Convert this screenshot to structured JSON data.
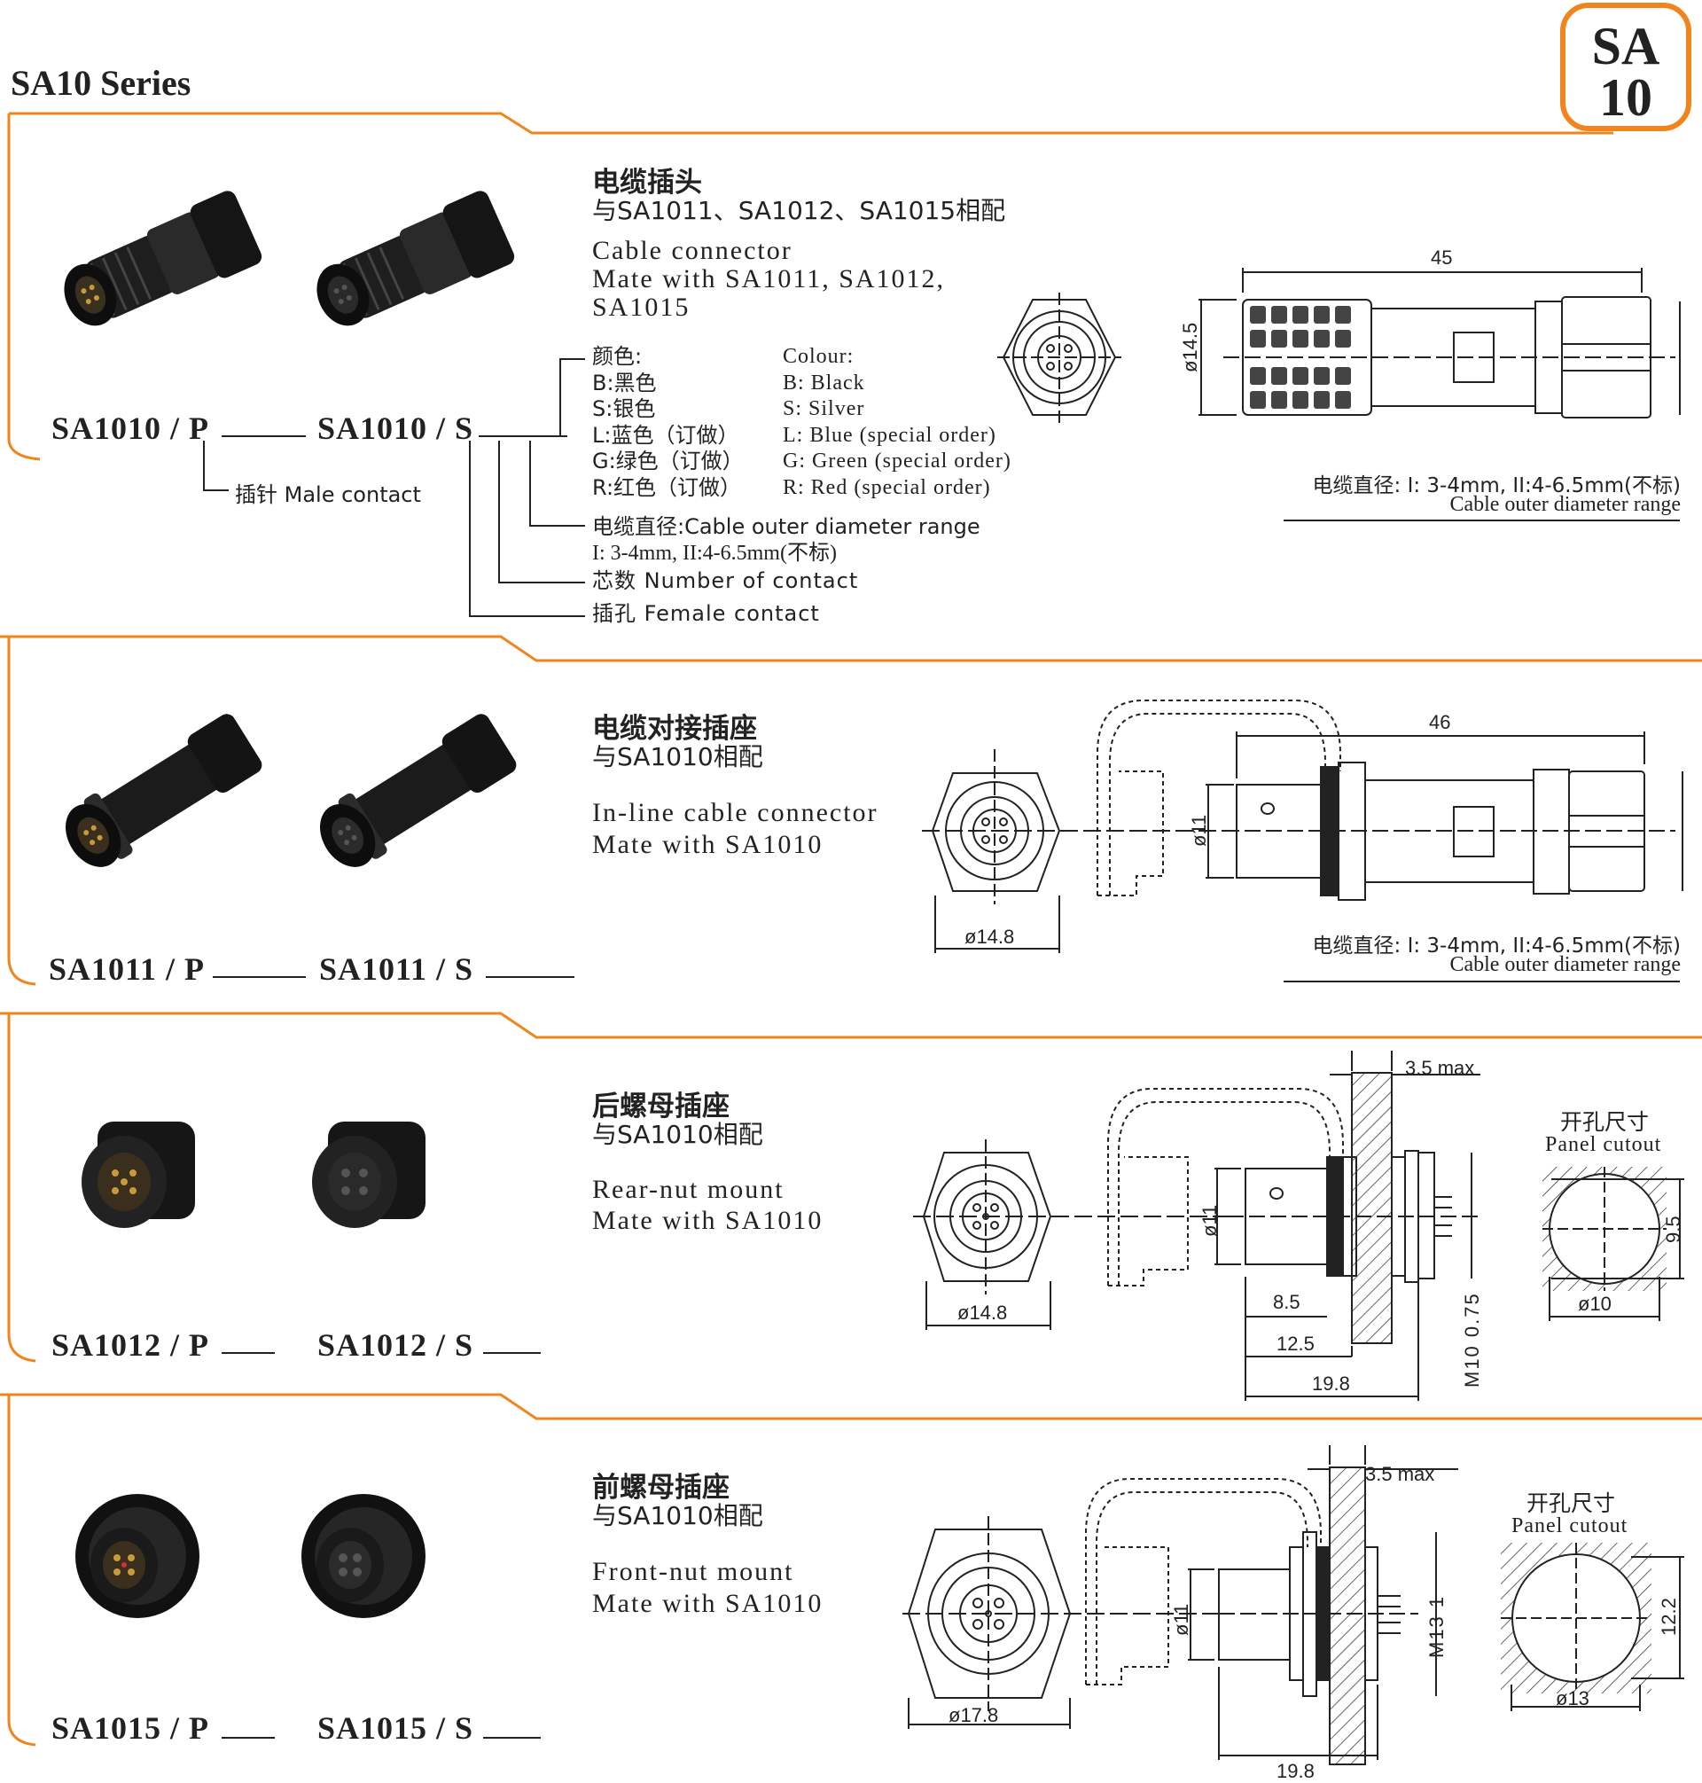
{
  "header": {
    "series_title": "SA10 Series",
    "badge_top": "SA",
    "badge_bottom": "10"
  },
  "colors": {
    "accent": "#f0851e",
    "line": "#333333"
  },
  "sections": [
    {
      "title_zh": "电缆插头",
      "mate_zh": "与SA1011、SA1012、SA1015相配",
      "title_en": "Cable connector",
      "mate_en_1": "Mate with SA1011, SA1012,",
      "mate_en_2": "SA1015",
      "code_p": "SA1010 / P",
      "code_s": "SA1010 / S",
      "male_label": "插针 Male contact",
      "colour_zh": [
        "颜色:",
        "B:黑色",
        "S:银色",
        "L:蓝色（订做）",
        "G:绿色（订做）",
        "R:红色（订做）"
      ],
      "colour_en": [
        "Colour:",
        "B: Black",
        "S: Silver",
        "L: Blue   (special order)",
        "G: Green (special order)",
        "R: Red     (special order)"
      ],
      "cable_range_1": "电缆直径:Cable outer  diameter range",
      "cable_range_2": "I: 3-4mm, II:4-6.5mm(不标)",
      "contacts_label": "芯数 Number  of  contact",
      "female_label": "插孔 Female  contact",
      "dims": {
        "length": "45",
        "diameter": "ø14.5"
      },
      "note_1": "电缆直径: I: 3-4mm, II:4-6.5mm(不标)",
      "note_2": "Cable outer  diameter range"
    },
    {
      "title_zh": "电缆对接插座",
      "mate_zh": "与SA1010相配",
      "title_en": "In-line  cable  connector",
      "mate_en_1": "Mate  with  SA1010",
      "code_p": "SA1011 / P",
      "code_s": "SA1011 / S",
      "dims": {
        "length": "46",
        "diameter": "ø11",
        "front": "ø14.8"
      },
      "note_1": "电缆直径: I: 3-4mm, II:4-6.5mm(不标)",
      "note_2": "Cable outer  diameter range"
    },
    {
      "title_zh": "后螺母插座",
      "mate_zh": "与SA1010相配",
      "title_en": "Rear-nut  mount",
      "mate_en_1": "Mate  with  SA1010",
      "code_p": "SA1012 / P",
      "code_s": "SA1012 / S",
      "dims": {
        "max": "3.5 max",
        "diameter": "ø11",
        "front": "ø14.8",
        "d1": "8.5",
        "d2": "12.5",
        "d3": "19.8",
        "thread": "M10  0.75"
      },
      "cutout_zh": "开孔尺寸",
      "cutout_en": "Panel  cutout",
      "cutout_dims": {
        "h": "9.5",
        "d": "ø10"
      }
    },
    {
      "title_zh": "前螺母插座",
      "mate_zh": "与SA1010相配",
      "title_en": "Front-nut  mount",
      "mate_en_1": "Mate  with  SA1010",
      "code_p": "SA1015 / P",
      "code_s": "SA1015 / S",
      "dims": {
        "max": "3.5 max",
        "diameter": "ø11",
        "front": "ø17.8",
        "d3": "19.8",
        "thread": "M13    1"
      },
      "cutout_zh": "开孔尺寸",
      "cutout_en": "Panel cutout",
      "cutout_dims": {
        "h": "12.2",
        "d": "ø13"
      }
    }
  ]
}
